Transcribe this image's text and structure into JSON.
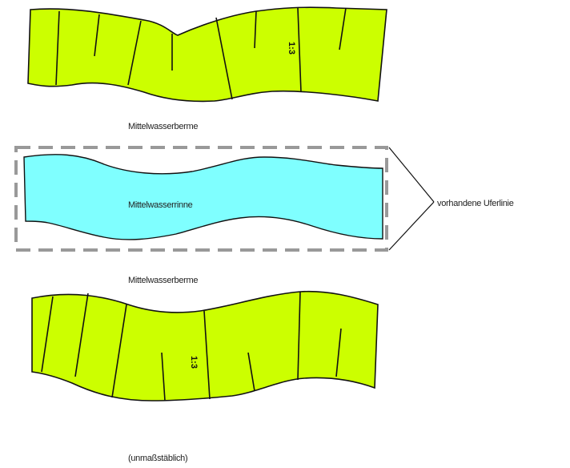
{
  "labels": {
    "upper_berm": "Mittelwasserberme",
    "channel": "Mittelwasserrinne",
    "lower_berm": "Mittelwasserberme",
    "bank_line": "vorhandene Uferlinie",
    "scale_note": "(unmaßstäblich)",
    "slope_upper": "1:3",
    "slope_lower": "1:3"
  },
  "colors": {
    "berm_fill": "#ccff00",
    "channel_fill": "#7fffff",
    "outline": "#111111",
    "dashed_box": "#999999"
  }
}
